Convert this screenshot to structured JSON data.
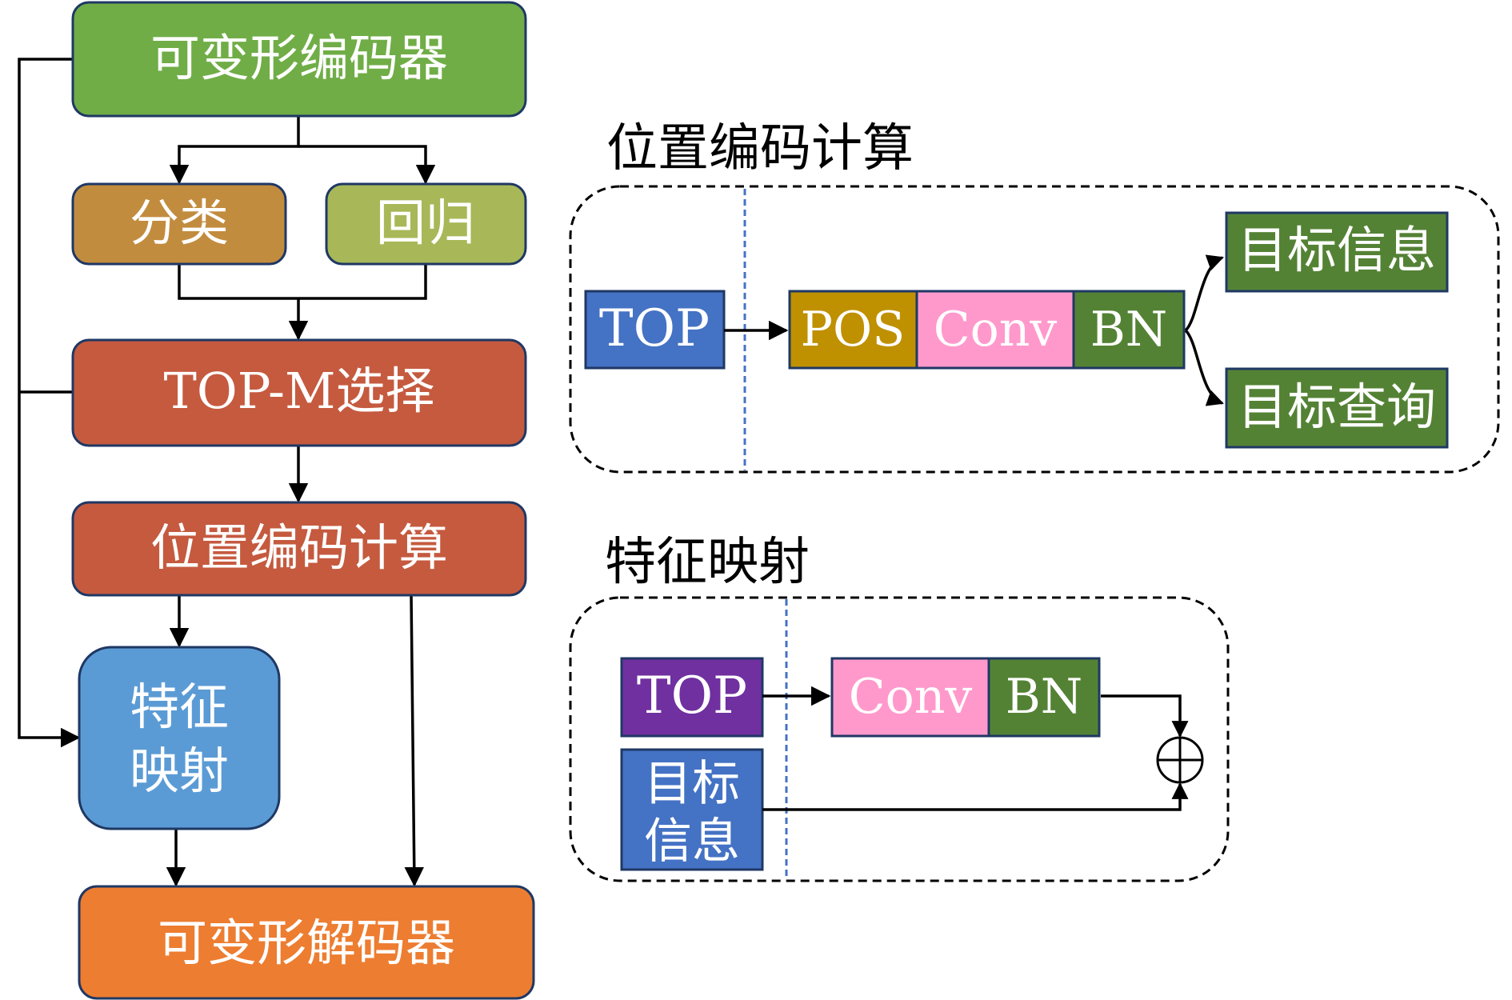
{
  "left_flow": {
    "encoder": "可变形编码器",
    "classification": "分类",
    "regression": "回归",
    "topm_select": "TOP-M选择",
    "pos_encoding": "位置编码计算",
    "feature_map_line1": "特征",
    "feature_map_line2": "映射",
    "decoder": "可变形解码器"
  },
  "pos_panel": {
    "title": "位置编码计算",
    "top": "TOP",
    "pos": "POS",
    "conv": "Conv",
    "bn": "BN",
    "target_info": "目标信息",
    "target_query": "目标查询"
  },
  "feat_panel": {
    "title": "特征映射",
    "top": "TOP",
    "conv": "Conv",
    "bn": "BN",
    "target_info_line1": "目标",
    "target_info_line2": "信息",
    "plus_symbol": "⊕"
  },
  "colors": {
    "encoder": "#70AD47",
    "classification": "#C28C3F",
    "regression": "#A8B858",
    "topm": "#C55A3F",
    "feature_map": "#5B9BD5",
    "decoder": "#ED7D31",
    "top_blue": "#4472C4",
    "pos_gold": "#BF9000",
    "conv_pink": "#FF99CC",
    "bn_green": "#548235",
    "top_purple": "#7030A0"
  }
}
